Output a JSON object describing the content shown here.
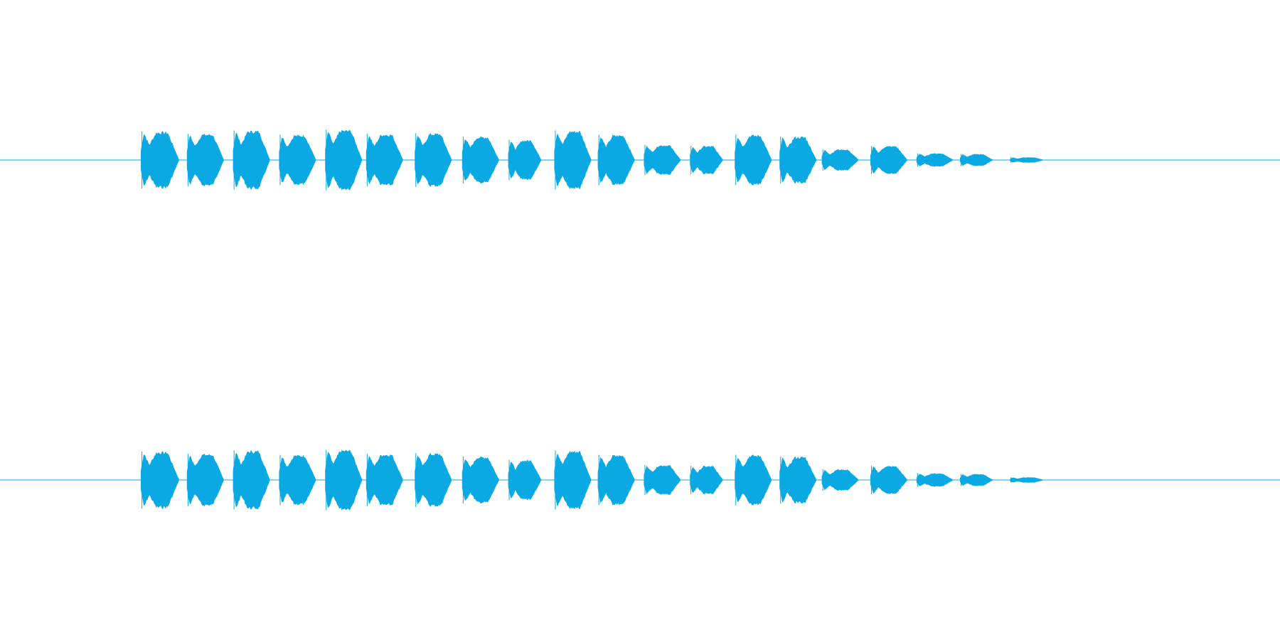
{
  "waveform": {
    "color": "#0aa9e4",
    "background": "#ffffff",
    "channels": [
      {
        "name": "",
        "bursts": [
          {
            "start": 0.11,
            "end": 0.14,
            "amp": 0.85
          },
          {
            "start": 0.146,
            "end": 0.175,
            "amp": 0.78
          },
          {
            "start": 0.182,
            "end": 0.211,
            "amp": 0.88
          },
          {
            "start": 0.218,
            "end": 0.247,
            "amp": 0.75
          },
          {
            "start": 0.254,
            "end": 0.283,
            "amp": 0.9
          },
          {
            "start": 0.286,
            "end": 0.315,
            "amp": 0.78
          },
          {
            "start": 0.324,
            "end": 0.353,
            "amp": 0.8
          },
          {
            "start": 0.361,
            "end": 0.39,
            "amp": 0.7
          },
          {
            "start": 0.397,
            "end": 0.423,
            "amp": 0.6
          },
          {
            "start": 0.433,
            "end": 0.462,
            "amp": 0.88
          },
          {
            "start": 0.467,
            "end": 0.496,
            "amp": 0.75
          },
          {
            "start": 0.503,
            "end": 0.532,
            "amp": 0.45
          },
          {
            "start": 0.539,
            "end": 0.565,
            "amp": 0.42
          },
          {
            "start": 0.574,
            "end": 0.603,
            "amp": 0.75
          },
          {
            "start": 0.609,
            "end": 0.638,
            "amp": 0.7
          },
          {
            "start": 0.642,
            "end": 0.671,
            "amp": 0.32
          },
          {
            "start": 0.68,
            "end": 0.709,
            "amp": 0.42
          },
          {
            "start": 0.716,
            "end": 0.745,
            "amp": 0.2
          },
          {
            "start": 0.75,
            "end": 0.776,
            "amp": 0.18
          },
          {
            "start": 0.789,
            "end": 0.816,
            "amp": 0.08
          }
        ]
      },
      {
        "name": "",
        "bursts": [
          {
            "start": 0.11,
            "end": 0.14,
            "amp": 0.85
          },
          {
            "start": 0.146,
            "end": 0.175,
            "amp": 0.78
          },
          {
            "start": 0.182,
            "end": 0.211,
            "amp": 0.88
          },
          {
            "start": 0.218,
            "end": 0.247,
            "amp": 0.75
          },
          {
            "start": 0.254,
            "end": 0.283,
            "amp": 0.9
          },
          {
            "start": 0.286,
            "end": 0.315,
            "amp": 0.78
          },
          {
            "start": 0.324,
            "end": 0.353,
            "amp": 0.8
          },
          {
            "start": 0.361,
            "end": 0.39,
            "amp": 0.7
          },
          {
            "start": 0.397,
            "end": 0.423,
            "amp": 0.6
          },
          {
            "start": 0.433,
            "end": 0.462,
            "amp": 0.88
          },
          {
            "start": 0.467,
            "end": 0.496,
            "amp": 0.75
          },
          {
            "start": 0.503,
            "end": 0.532,
            "amp": 0.45
          },
          {
            "start": 0.539,
            "end": 0.565,
            "amp": 0.42
          },
          {
            "start": 0.574,
            "end": 0.603,
            "amp": 0.75
          },
          {
            "start": 0.609,
            "end": 0.638,
            "amp": 0.7
          },
          {
            "start": 0.642,
            "end": 0.671,
            "amp": 0.32
          },
          {
            "start": 0.68,
            "end": 0.709,
            "amp": 0.42
          },
          {
            "start": 0.716,
            "end": 0.745,
            "amp": 0.2
          },
          {
            "start": 0.75,
            "end": 0.776,
            "amp": 0.18
          },
          {
            "start": 0.789,
            "end": 0.816,
            "amp": 0.08
          }
        ]
      }
    ]
  }
}
